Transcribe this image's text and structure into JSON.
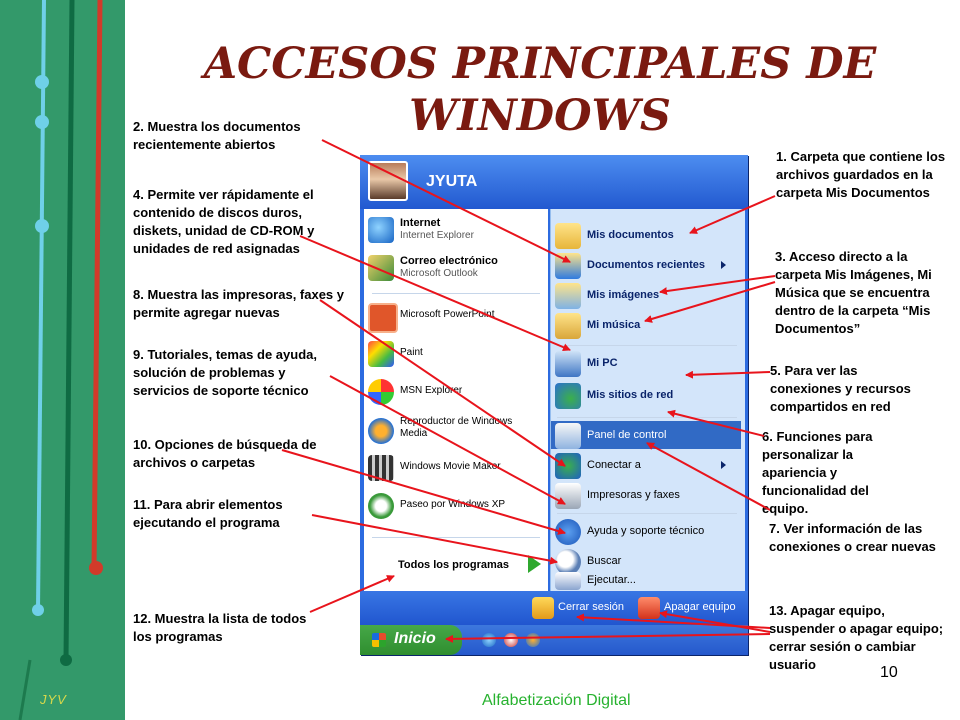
{
  "title": "ACCESOS PRINCIPALES DE WINDOWS",
  "annotations": {
    "a1": "1. Carpeta que contiene los archivos guardados en la carpeta Mis Documentos",
    "a2": "2. Muestra los documentos recientemente abiertos",
    "a3": "3. Acceso directo a la carpeta Mis Imágenes, Mi Música que se encuentra dentro de la carpeta “Mis Documentos”",
    "a4": "4. Permite ver rápidamente el contenido de discos duros, diskets, unidad de CD-ROM y unidades de red asignadas",
    "a5": "5. Para ver las conexiones y recursos compartidos en red",
    "a6": "6. Funciones para personalizar la apariencia y funcionalidad del equipo.",
    "a7": "7. Ver información de las conexiones o crear nuevas",
    "a8": "8. Muestra las impresoras, faxes y permite agregar nuevas",
    "a9": "9. Tutoriales, temas de ayuda, solución de problemas y servicios de soporte técnico",
    "a10": "10. Opciones de búsqueda de archivos o carpetas",
    "a11": "11. Para abrir elementos ejecutando el programa",
    "a12": "12. Muestra la lista de todos los programas",
    "a13": "13. Apagar equipo, suspender o apagar equipo; cerrar sesión o cambiar usuario"
  },
  "start_menu": {
    "username": "JYUTA",
    "left_items": [
      {
        "label": "Internet",
        "sub": "Internet Explorer",
        "icon": "internet-explorer-icon"
      },
      {
        "label": "Correo electrónico",
        "sub": "Microsoft Outlook",
        "icon": "outlook-icon"
      },
      {
        "label": "Microsoft PowerPoint",
        "icon": "powerpoint-icon"
      },
      {
        "label": "Paint",
        "icon": "paint-icon"
      },
      {
        "label": "MSN Explorer",
        "icon": "msn-icon"
      },
      {
        "label": "Reproductor de Windows Media",
        "icon": "media-player-icon"
      },
      {
        "label": "Windows Movie Maker",
        "icon": "movie-maker-icon"
      },
      {
        "label": "Paseo por Windows XP",
        "icon": "tour-icon"
      }
    ],
    "all_programs": "Todos los programas",
    "right_items": [
      {
        "label": "Mis documentos",
        "icon": "folder-icon"
      },
      {
        "label": "Documentos recientes",
        "icon": "recent-documents-icon"
      },
      {
        "label": "Mis imágenes",
        "icon": "pictures-folder-icon"
      },
      {
        "label": "Mi música",
        "icon": "music-folder-icon"
      },
      {
        "label": "Mi PC",
        "icon": "computer-icon"
      },
      {
        "label": "Mis sitios de red",
        "icon": "network-icon"
      },
      {
        "label": "Panel de control",
        "icon": "control-panel-icon"
      },
      {
        "label": "Conectar a",
        "icon": "connect-icon"
      },
      {
        "label": "Impresoras y faxes",
        "icon": "printer-icon"
      },
      {
        "label": "Ayuda y soporte técnico",
        "icon": "help-icon"
      },
      {
        "label": "Buscar",
        "icon": "search-icon"
      },
      {
        "label": "Ejecutar...",
        "icon": "run-icon"
      }
    ],
    "logoff": "Cerrar sesión",
    "shutdown": "Apagar equipo",
    "start_button": "Inicio"
  },
  "footer": "Alfabetización Digital",
  "page_number": "10",
  "signature": "JYV",
  "colors": {
    "sidebar": "#33996a",
    "title": "#7a1a10",
    "arrow": "#e8141c",
    "menu_blue": "#2c6be0",
    "highlight": "#316ac5",
    "footer": "#27b22f"
  }
}
